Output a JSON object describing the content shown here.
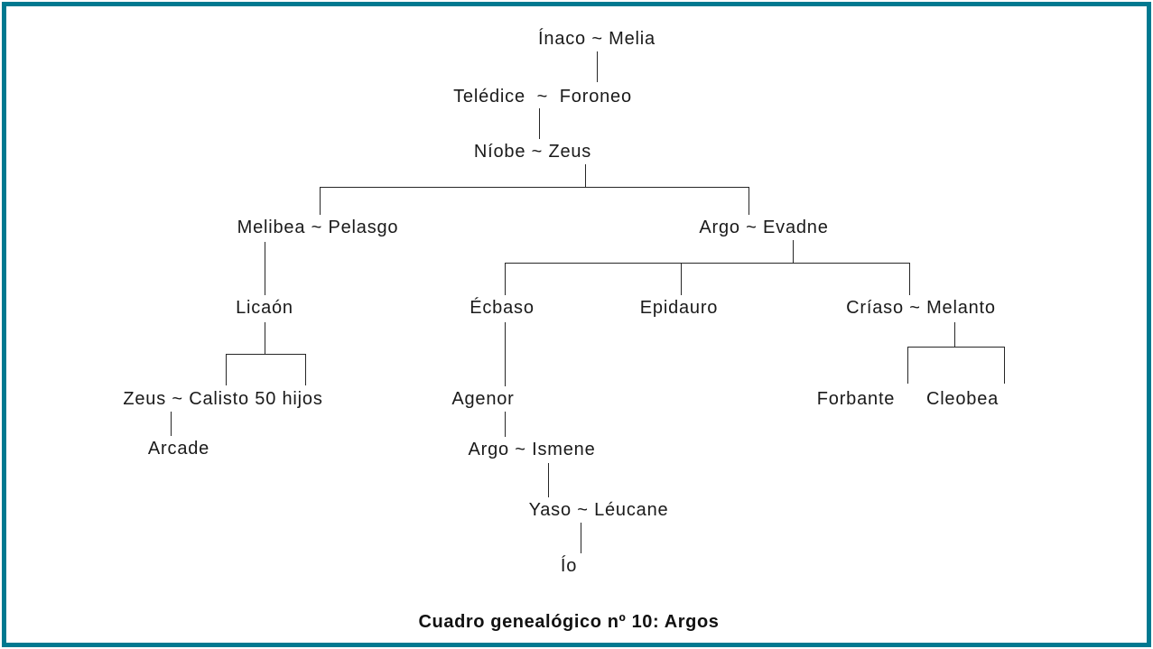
{
  "window": {
    "border_color": "#007990",
    "background_color": "#ffffff",
    "line_color": "#262626",
    "text_color": "#1a1a1a"
  },
  "tree": {
    "caption": "Cuadro genealógico nº 10: Argos",
    "nodes": {
      "inaco_melia": "Ínaco ~ Melia",
      "teledice_foroneo": "Telédice  ~  Foroneo",
      "niobe_zeus": "Níobe ~ Zeus",
      "melibea_pelasgo": "Melibea ~ Pelasgo",
      "argo_evadne": "Argo ~ Evadne",
      "licaon": "Licaón",
      "ecbaso": "Écbaso",
      "epidauro": "Epidauro",
      "criaso_melanto": "Críaso ~ Melanto",
      "zeus_calisto_50hijos": "Zeus ~ Calisto 50 hijos",
      "agenor": "Agenor",
      "forbante": "Forbante",
      "cleobea": "Cleobea",
      "arcade": "Arcade",
      "argo_ismene": "Argo ~ Ismene",
      "yaso_leucane": "Yaso ~ Léucane",
      "io": "Ío"
    }
  }
}
